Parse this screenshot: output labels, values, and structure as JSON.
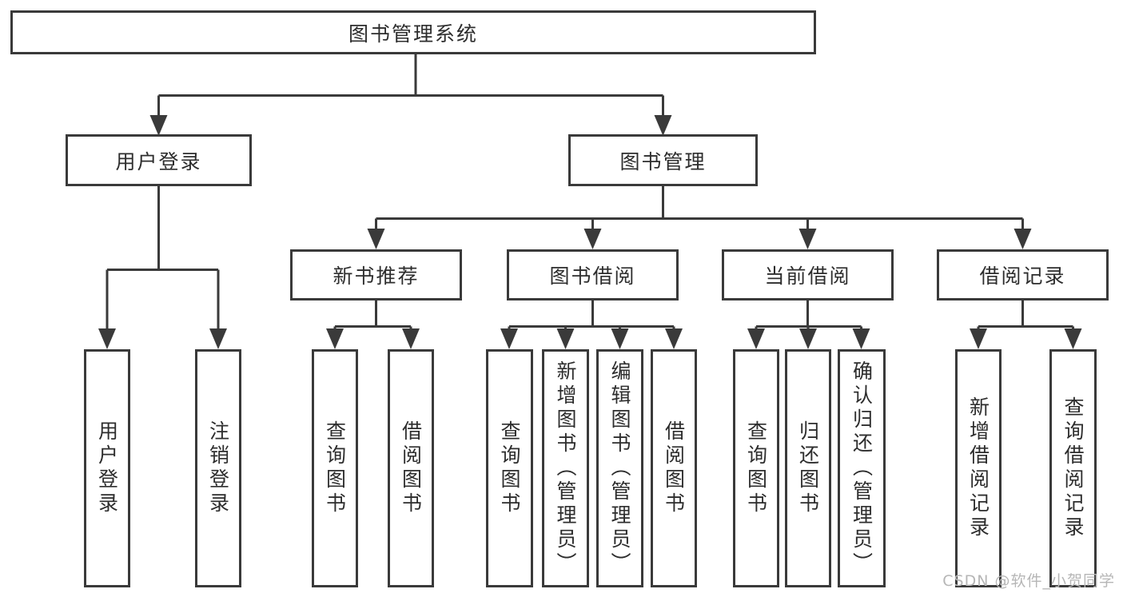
{
  "colors": {
    "background": "#ffffff",
    "line": "#3a3a3a",
    "box_border": "#3a3a3a",
    "text": "#2d2d2d",
    "watermark": "#b6b6b6"
  },
  "watermark": {
    "text": "CSDN @软件_小贺同学"
  },
  "nodes": {
    "root": {
      "label": "图书管理系统"
    },
    "level2": {
      "user_login": {
        "label": "用户登录"
      },
      "book_mgmt": {
        "label": "图书管理"
      }
    },
    "level3": {
      "new_book_rec": {
        "label": "新书推荐"
      },
      "book_borrow": {
        "label": "图书借阅"
      },
      "current_borrow": {
        "label": "当前借阅"
      },
      "borrow_record": {
        "label": "借阅记录"
      }
    },
    "level4": {
      "user_login": {
        "login": {
          "label": "用户登录"
        },
        "logout": {
          "label": "注销登录"
        }
      },
      "new_book_rec": {
        "query_book": {
          "label": "查询图书"
        },
        "borrow_book": {
          "label": "借阅图书"
        }
      },
      "book_borrow": {
        "query_book": {
          "label": "查询图书"
        },
        "add_book": {
          "label": "新增图书（管理员）"
        },
        "edit_book": {
          "label": "编辑图书（管理员）"
        },
        "borrow_book": {
          "label": "借阅图书"
        }
      },
      "current_borrow": {
        "query_book": {
          "label": "查询图书"
        },
        "return_book": {
          "label": "归还图书"
        },
        "confirm_return": {
          "label": "确认归还（管理员）"
        }
      },
      "borrow_record": {
        "add_record": {
          "label": "新增借阅记录"
        },
        "query_record": {
          "label": "查询借阅记录"
        }
      }
    }
  }
}
